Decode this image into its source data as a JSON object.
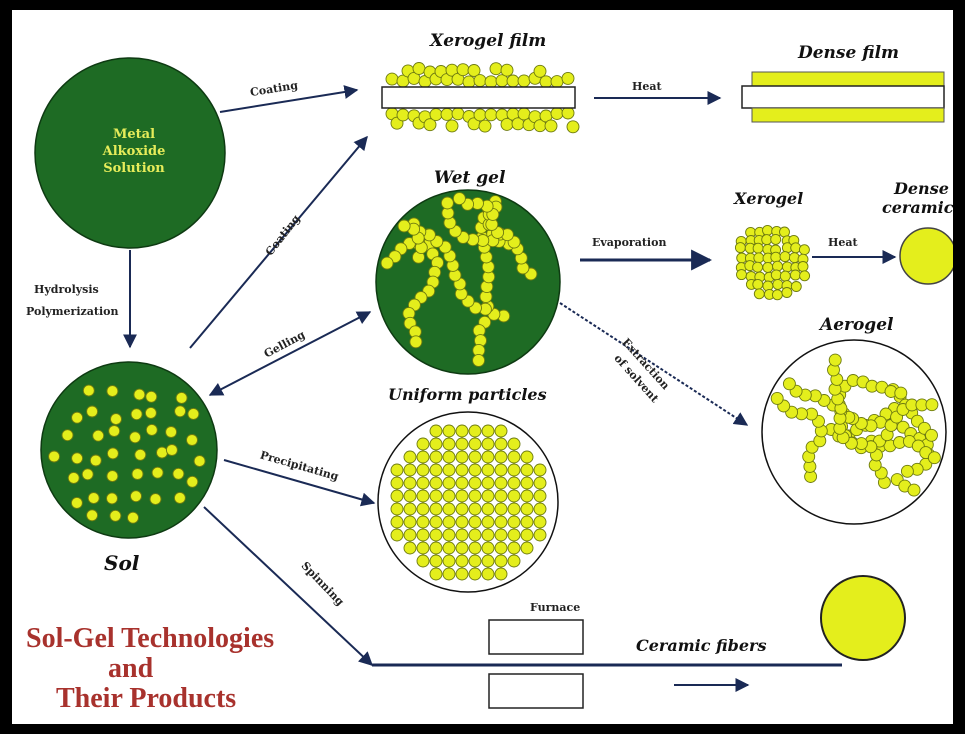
{
  "colors": {
    "dark_green": "#1e6b24",
    "yellow": "#e4ee1c",
    "particle_stroke": "#6d7a10",
    "arrow": "#1a2a55",
    "title": "#a8322d"
  },
  "nodes": {
    "metal_alkoxide": [
      "Metal",
      "Alkoxide",
      "Solution"
    ],
    "sol": "Sol",
    "xerogel_film": "Xerogel film",
    "dense_film": "Dense film",
    "wet_gel": "Wet gel",
    "xerogel": "Xerogel",
    "dense_ceramics": [
      "Dense",
      "ceramics"
    ],
    "aerogel": "Aerogel",
    "uniform_particles": "Uniform particles",
    "ceramic_fibers": "Ceramic fibers",
    "furnace": "Furnace"
  },
  "processes": {
    "coating": "Coating",
    "coating_sol": "Coating",
    "heat_film": "Heat",
    "hydrolysis": [
      "Hydrolysis",
      "Polymerization"
    ],
    "gelling": "Gelling",
    "evaporation": "Evaporation",
    "heat_ceramic": "Heat",
    "extraction": [
      "Extraction",
      "of solvent"
    ],
    "precipitating": "Precipitating",
    "spinning": "Spinning"
  },
  "title": [
    "Sol-Gel Technologies",
    "and",
    "Their Products"
  ]
}
